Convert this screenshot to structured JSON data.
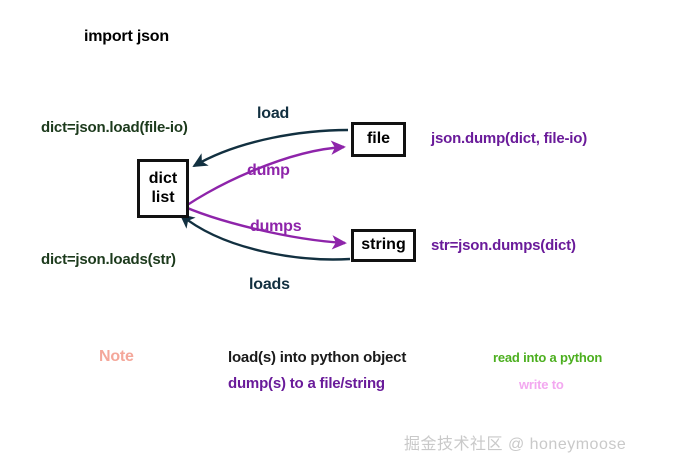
{
  "diagram": {
    "title_code": "import json",
    "boxes": [
      {
        "id": "dict",
        "line1": "dict",
        "line2": "list"
      },
      {
        "id": "file",
        "line1": "file",
        "line2": ""
      },
      {
        "id": "string",
        "line1": "string",
        "line2": ""
      }
    ],
    "side_labels": {
      "load_left": "dict=json.load(file-io)",
      "loads_left": "dict=json.loads(str)",
      "dump_right": "json.dump(dict, file-io)",
      "dumps_right": "str=json.dumps(dict)"
    },
    "arrow_labels": {
      "load": "load",
      "dump": "dump",
      "dumps": "dumps",
      "loads": "loads"
    },
    "notes": {
      "title": "Note",
      "line1": "load(s) into python object",
      "line2": "dump(s) to a file/string",
      "right1": "read into a python",
      "right2": "write to"
    },
    "watermark": "掘金技术社区 @ honeymoose",
    "colors": {
      "green_text": "#1c3a1c",
      "purple_text": "#6a1b9a",
      "purple_arrow": "#8e24aa",
      "dark_arrow": "#123040",
      "note_title": "#f4a79a",
      "note_right_green": "#4caf1f",
      "note_right_pink": "#f3a8f0",
      "watermark": "#c9c9c9",
      "box_border": "#111111"
    }
  }
}
